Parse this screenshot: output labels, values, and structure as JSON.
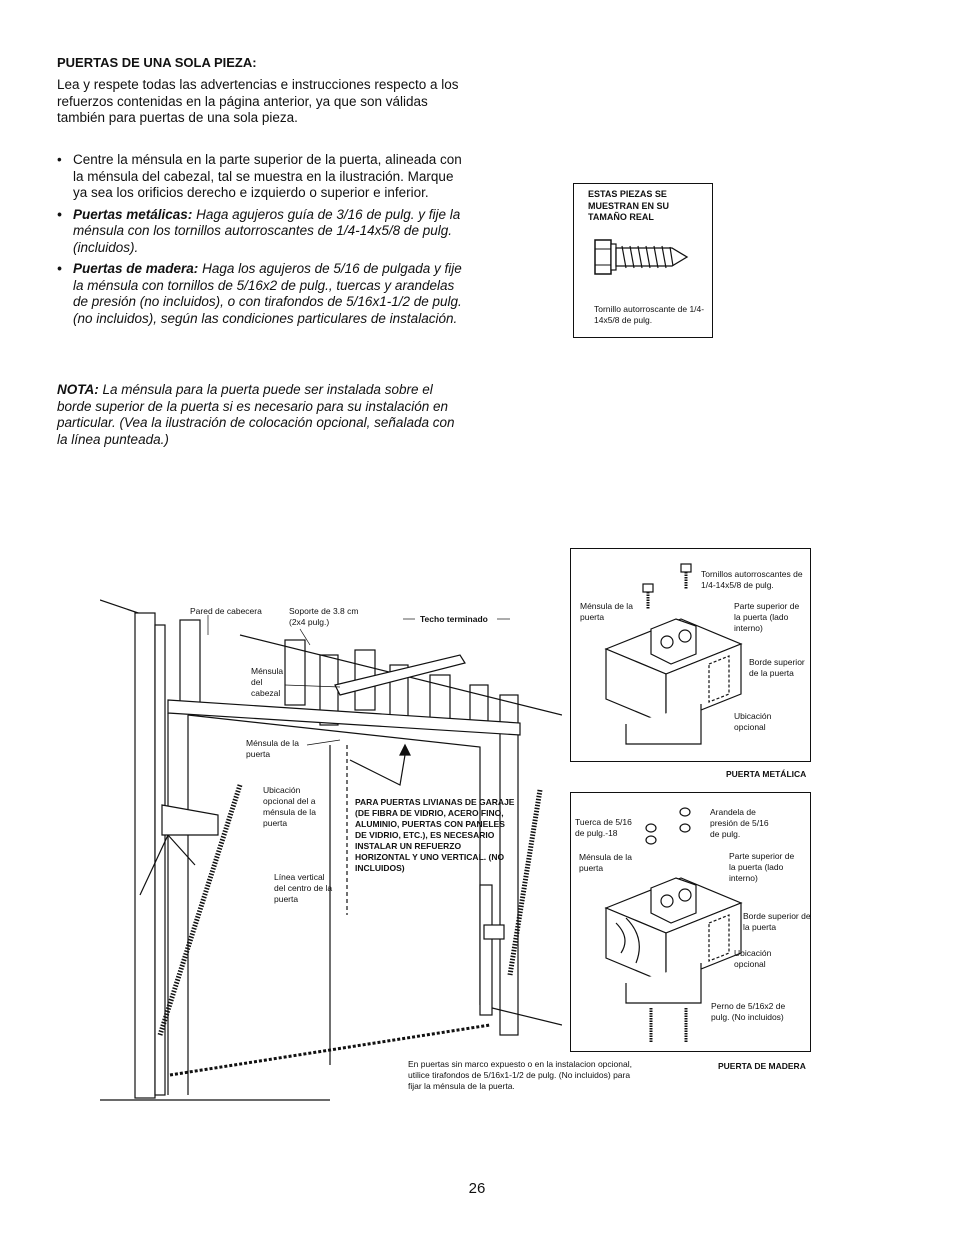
{
  "heading": "PUERTAS DE UNA SOLA PIEZA:",
  "intro": "Lea y respete todas las advertencias e instrucciones respecto a los refuerzos contenidas en la página anterior, ya que son válidas también para puertas de una sola pieza.",
  "bullets": [
    {
      "marker": "•",
      "text": "Centre la ménsula en la parte superior de la puerta, alineada con la ménsula del cabezal, tal se muestra en la ilustración. Marque ya sea los orificios derecho e izquierdo o superior e inferior."
    },
    {
      "marker": "•",
      "lead": "Puertas metálicas:",
      "text": " Haga agujeros guía de 3/16 de pulg. y fije la ménsula con los tornillos autorroscantes de 1/4-14x5/8 de pulg. (incluidos)."
    },
    {
      "marker": "•",
      "lead": "Puertas de madera:",
      "text": " Haga los agujeros de 5/16 de pulgada y fije la ménsula con tornillos de 5/16x2 de pulg., tuercas y arandelas de presión (no incluidos), o con tirafondos de 5/16x1-1/2 de pulg. (no incluidos), según las condiciones particulares de instalación."
    }
  ],
  "note": {
    "lead": "NOTA:",
    "text": " La ménsula para la puerta puede ser instalada sobre el borde superior de la puerta si es necesario para su instalación en particular. (Vea la ilustración de colocación opcional, señalada con la línea punteada.)"
  },
  "parts_box": {
    "header": "ESTAS PIEZAS SE MUESTRAN EN SU TAMAÑO REAL",
    "caption": "Tornillo autorroscante de 1/4-14x5/8 de pulg."
  },
  "main_figure": {
    "pared": "Pared de cabecera",
    "soporte": "Soporte de 3.8 cm (2x4 pulg.)",
    "techo": "Techo terminado",
    "mensula_cabezal": "Ménsula del cabezal",
    "mensula_puerta": "Ménsula de la puerta",
    "ubicacion": "Ubicación opcional del a ménsula de la puerta",
    "linea": "Línea vertical del centro de la puerta",
    "warning": "PARA PUERTAS LIVIANAS DE GARAJE (DE FIBRA DE VIDRIO, ACERO FINO, ALUMINIO, PUERTAS CON PANELES DE VIDRIO, ETC.), ES NECESARIO INSTALAR UN REFUERZO HORIZONTAL Y UNO VERTICAL. (NO INCLUIDOS)",
    "bottom_note": "En  puertas sin marco expuesto o en la instalacion opcional, utilice tirafondos de 5/16x1-1/2 de pulg. (No incluidos) para fijar la ménsula de la puerta."
  },
  "metal_panel": {
    "tornillos": "Tornillos autorroscantes de 1/4-14x5/8 de pulg.",
    "mensula": "Ménsula de la puerta",
    "parte_superior": "Parte superior de la puerta (lado interno)",
    "borde": "Borde superior de la puerta",
    "ubicacion": "Ubicación opcional",
    "title": "PUERTA METÁLICA"
  },
  "wood_panel": {
    "arandela": "Arandela de presión de 5/16 de pulg.",
    "tuerca": "Tuerca de 5/16 de pulg.-18",
    "mensula": "Ménsula de la puerta",
    "parte_superior": "Parte superior de la puerta (lado interno)",
    "borde": "Borde superior de la puerta",
    "ubicacion": "Ubicación opcional",
    "perno": "Perno de 5/16x2 de pulg. (No incluidos)",
    "title": "PUERTA DE MADERA"
  },
  "page_number": "26"
}
